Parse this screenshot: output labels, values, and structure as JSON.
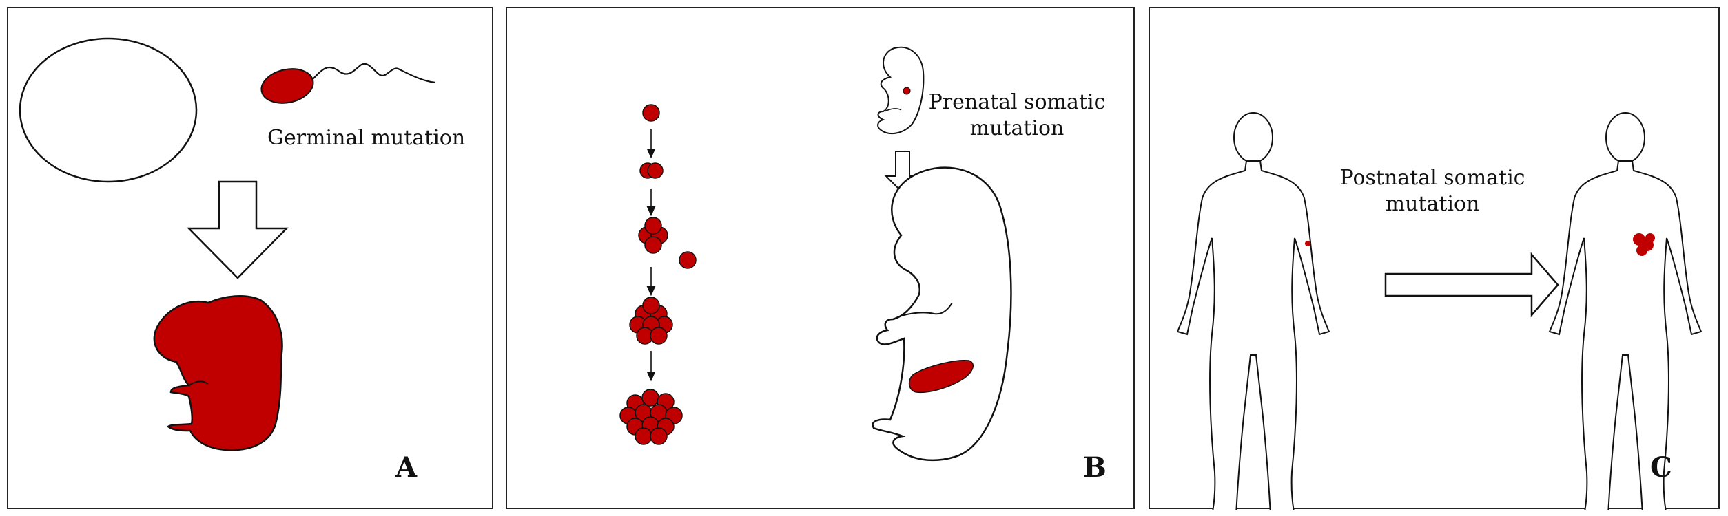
{
  "colors": {
    "mutation": "#c00000",
    "outline": "#111111",
    "frame": "#222222"
  },
  "panels": [
    {
      "letter": "A",
      "caption": "Germinal mutation"
    },
    {
      "letter": "B",
      "caption_line1": "Prenatal somatic",
      "caption_line2": "mutation"
    },
    {
      "letter": "C",
      "caption_line1": "Postnatal somatic",
      "caption_line2": "mutation"
    }
  ]
}
